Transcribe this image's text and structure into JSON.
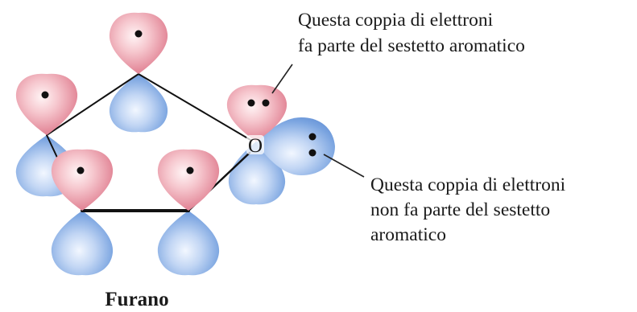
{
  "diagram": {
    "molecule_name": "Furano",
    "heteroatom_label": "O",
    "annotation_in": {
      "lines": [
        "Questa coppia di elettroni",
        "fa parte del sestetto aromatico"
      ]
    },
    "annotation_out": {
      "lines": [
        "Questa coppia di elettroni",
        "non fa parte del sestetto",
        "aromatico"
      ]
    },
    "colors": {
      "lobe_upper": "#e88a9a",
      "lobe_lower": "#6a98da",
      "bond": "#111111",
      "electron": "#111111"
    }
  }
}
